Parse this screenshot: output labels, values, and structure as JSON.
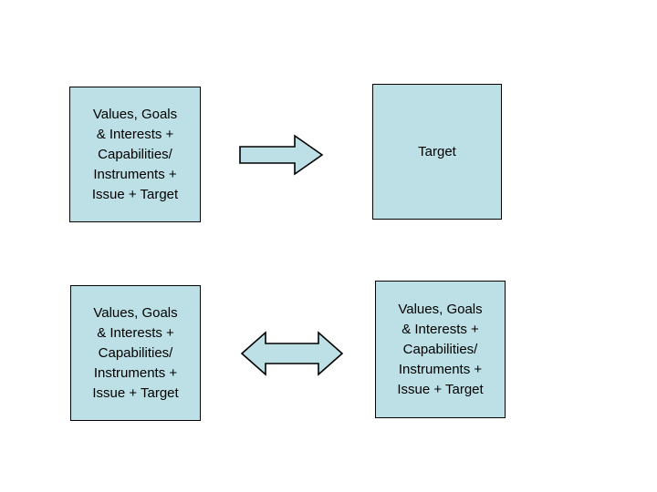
{
  "diagram": {
    "type": "flow-diagram",
    "background_color": "#ffffff",
    "shape_fill_color": "#bce0e5",
    "shape_border_color": "#000000",
    "text_color": "#000000",
    "nodes": [
      {
        "id": "top-left",
        "name": "actor-profile-box-top-left",
        "shape": "rectangle",
        "label": "Values, Goals\n& Interests +\nCapabilities/\nInstruments +\nIssue + Target"
      },
      {
        "id": "top-right",
        "name": "target-box",
        "shape": "rectangle",
        "label": "Target"
      },
      {
        "id": "bottom-left",
        "name": "actor-profile-box-bottom-left",
        "shape": "rectangle",
        "label": "Values, Goals\n& Interests +\nCapabilities/\nInstruments +\nIssue + Target"
      },
      {
        "id": "bottom-right",
        "name": "actor-profile-box-bottom-right",
        "shape": "rectangle",
        "label": "Values, Goals\n& Interests +\nCapabilities/\nInstruments +\nIssue + Target"
      }
    ],
    "connectors": [
      {
        "id": "arrow-single",
        "name": "right-arrow",
        "direction": "right",
        "from": "top-left",
        "to": "top-right"
      },
      {
        "id": "arrow-double",
        "name": "left-right-arrow",
        "direction": "bidirectional",
        "from": "bottom-left",
        "to": "bottom-right"
      }
    ]
  }
}
